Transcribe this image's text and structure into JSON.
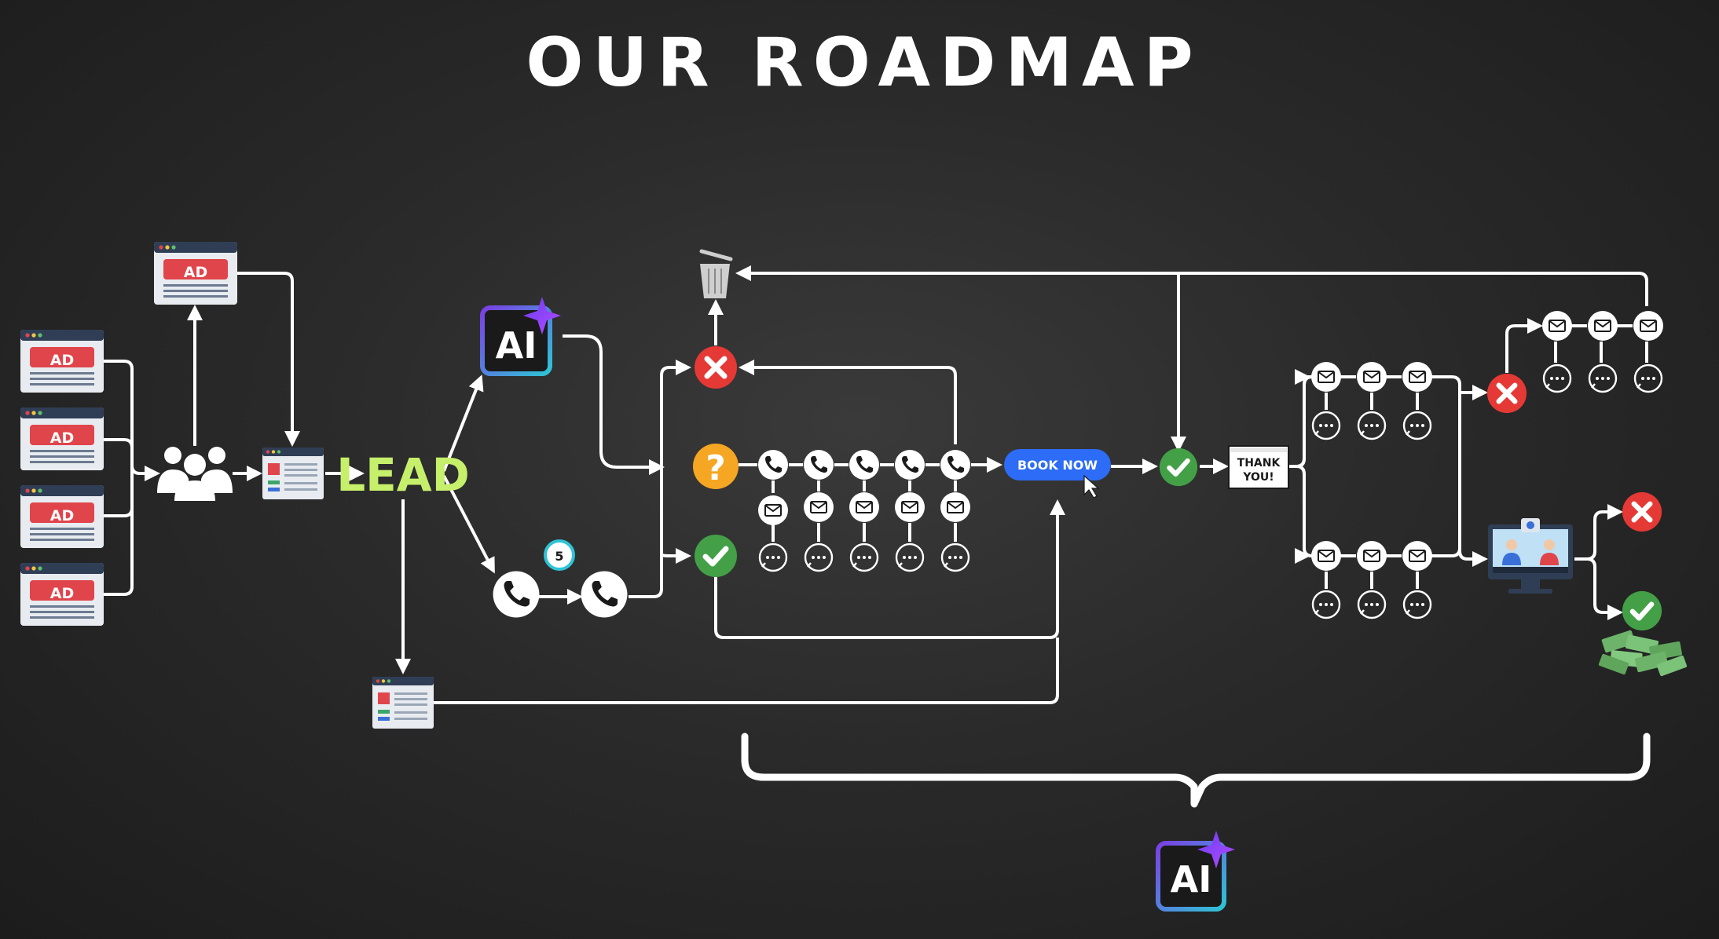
{
  "title": "OUR ROADMAP",
  "lead_label": "LEAD",
  "ad_label": "AD",
  "ai_label": "AI",
  "timer_label": "5",
  "book_now_label": "BOOK NOW",
  "thank_you_line1": "THANK",
  "thank_you_line2": "YOU!",
  "chat_dots": "···",
  "colors": {
    "background": "#2a2a2a",
    "line": "#ffffff",
    "lead_text": "#c6f06b",
    "ad_red": "#e0454b",
    "reject_red": "#e53935",
    "confirm_green": "#43a047",
    "question_orange": "#f5a623",
    "book_now_blue": "#2d6cf6",
    "ai_gradient_start": "#7b3fe4",
    "ai_gradient_end": "#2ec4d6"
  }
}
